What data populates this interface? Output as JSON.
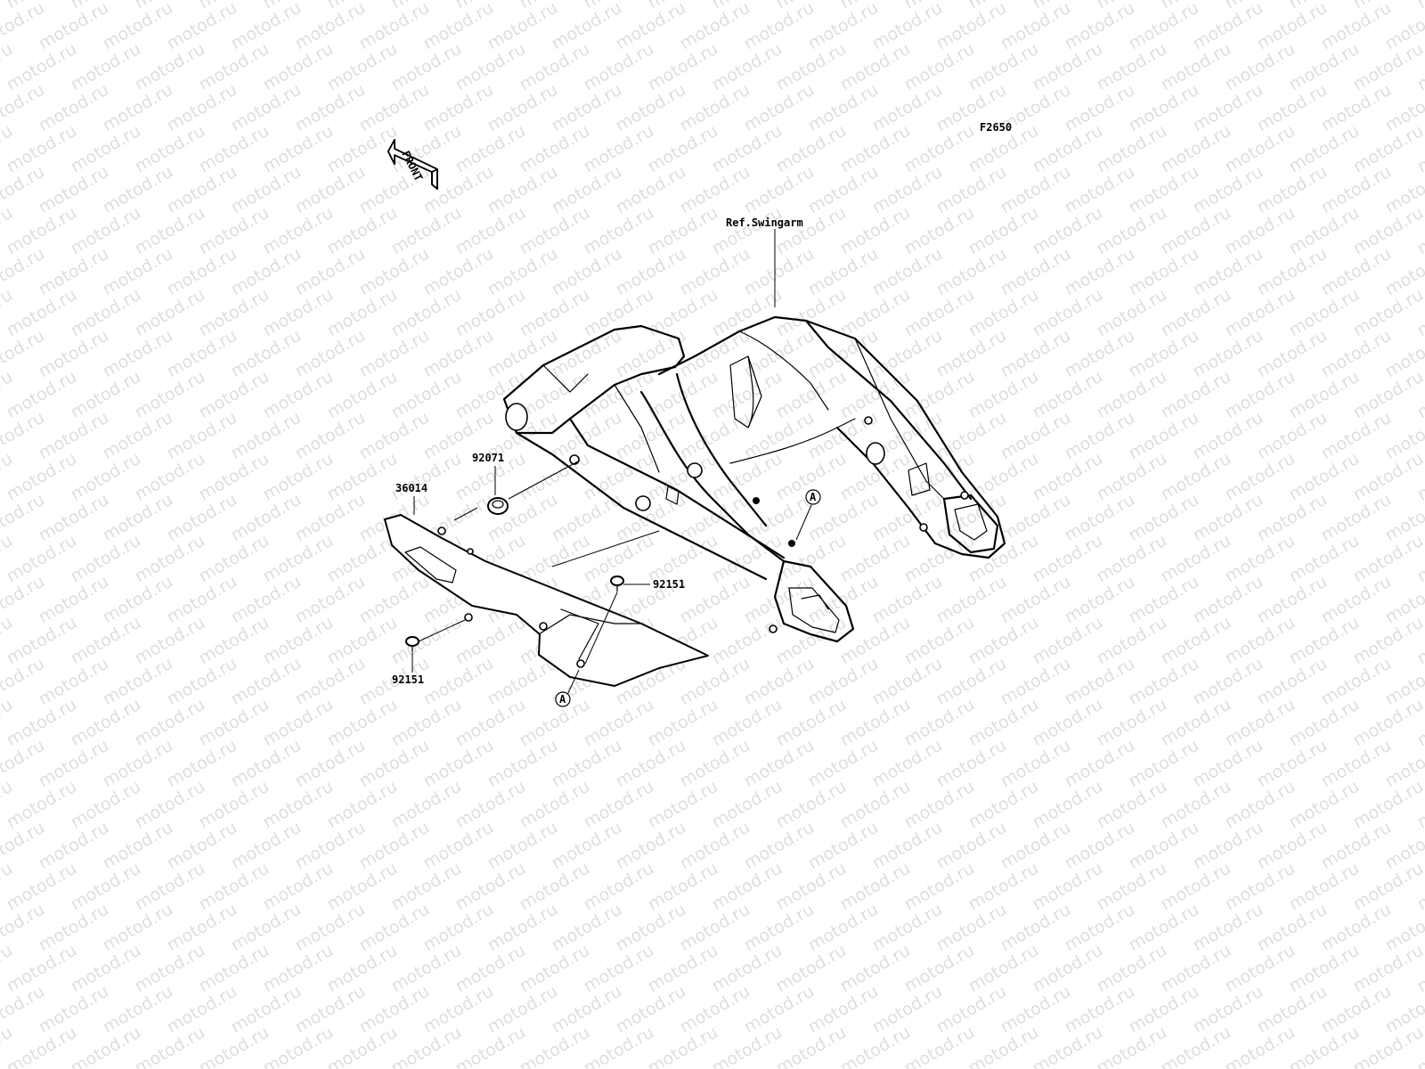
{
  "figure_code": "F2650",
  "front_arrow": {
    "label": "FRONT",
    "icon": "front-arrow-icon"
  },
  "watermark": {
    "text": "motod.ru",
    "color": "#dedede"
  },
  "labels": {
    "ref_swingarm": "Ref.Swingarm",
    "part_36014": "36014",
    "part_92071": "92071",
    "part_92151_upper": "92151",
    "part_92151_lower": "92151",
    "ref_a_upper": "A",
    "ref_a_lower": "A"
  }
}
